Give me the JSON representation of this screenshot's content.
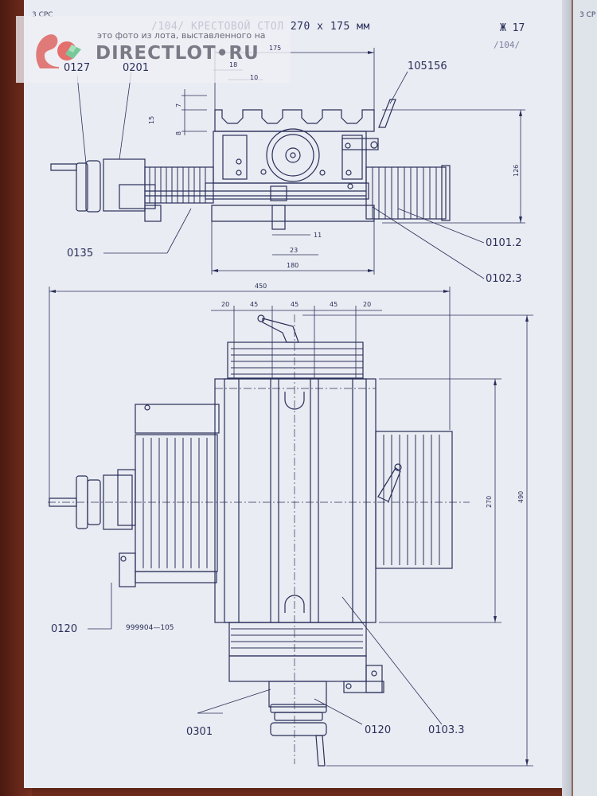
{
  "document": {
    "corner_mark": "3 СРС",
    "corner_mark_right": "3 СР",
    "header": "/104/  КРЕСТОВОЙ СТОЛ 270 х 175 мм",
    "sheet_number": "Ж 17",
    "sheet_sub": "/104/"
  },
  "watermark": {
    "caption": "это фото из лота, выставленного на",
    "brand": "DIRECTLOT",
    "brand_suffix": "•RU"
  },
  "top_view": {
    "part_labels": [
      "0127",
      "0201",
      "105156",
      "0135",
      "0101.2",
      "0102.3"
    ],
    "dims": {
      "width_top": "175",
      "d18": "18",
      "d10": "10",
      "d7": "7",
      "d15": "15",
      "d8": "8",
      "height": "126",
      "d11": "11",
      "d23": "23",
      "d180": "180"
    }
  },
  "plan_view": {
    "part_labels": [
      "0120",
      "0301",
      "0120",
      "0103.3"
    ],
    "note": "999904—105",
    "dims": {
      "overall": "450",
      "slots": [
        "20",
        "45",
        "45",
        "45",
        "20"
      ],
      "table_length": "270",
      "overall_depth": "490"
    }
  }
}
